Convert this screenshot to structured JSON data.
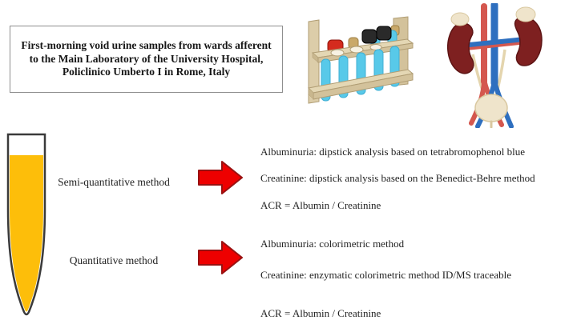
{
  "title_box": {
    "text": "First-morning void urine samples from wards afferent to the Main Laboratory of the University Hospital, Policlinico Umberto I in Rome, Italy"
  },
  "methods": [
    {
      "label": "Semi-quantitative method",
      "lines": [
        "Albuminuria: dipstick analysis based on tetrabromophenol blue",
        "Creatinine: dipstick analysis based on the Benedict-Behre method",
        "ACR = Albumin / Creatinine"
      ]
    },
    {
      "label": "Quantitative method",
      "lines": [
        "Albuminuria: colorimetric method",
        "Creatinine: enzymatic colorimetric method ID/MS traceable",
        "ACR = Albumin / Creatinine"
      ]
    }
  ],
  "icons": {
    "rack": "test-tube-rack-icon",
    "urinary_system": "kidneys-bladder-icon",
    "urine_tube": "urine-sample-tube-icon",
    "arrow": "right-block-arrow-icon"
  },
  "colors": {
    "arrow_red": "#ee0000",
    "arrow_border": "#991111",
    "urine_yellow": "#fdbe0a",
    "tube_outline": "#3a3a3a",
    "rack_wood": "#dccda9",
    "rack_wood_dark": "#c9b78e",
    "test_tube_cyan": "#58c9e9",
    "cap_red": "#d42b1e",
    "cap_black": "#2a2a2a",
    "cap_cork": "#c9a96a",
    "kidney_maroon": "#7e2020",
    "vessel_red": "#d4574e",
    "vessel_blue": "#2e6fbf",
    "bladder_cream": "#efe4cb",
    "box_border": "#8f8f8f"
  }
}
